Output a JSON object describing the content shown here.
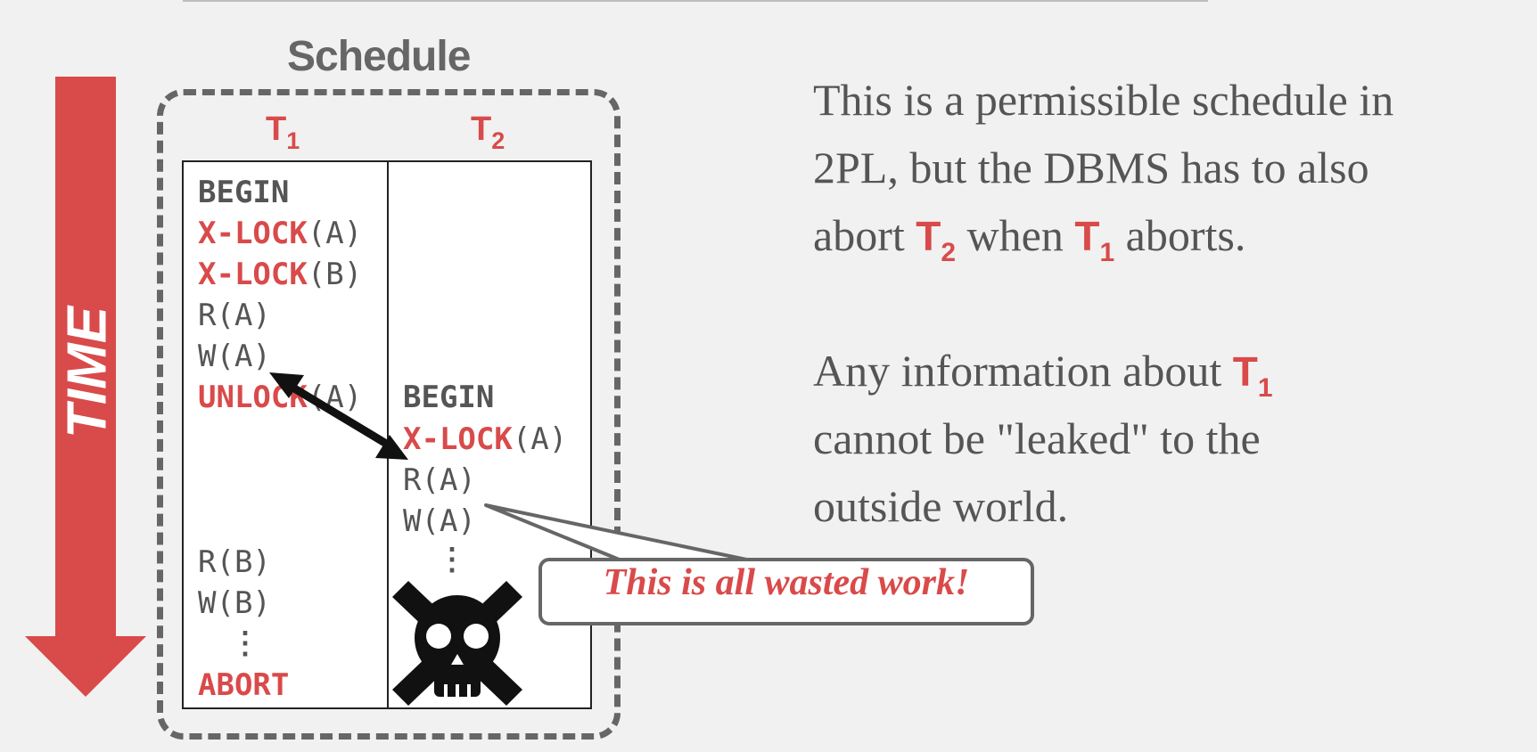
{
  "schedule_title": "Schedule",
  "time_label": "TIME",
  "txn_headers": [
    {
      "name": "T",
      "sub": "1"
    },
    {
      "name": "T",
      "sub": "2"
    }
  ],
  "t1_ops": [
    {
      "kw": "BEGIN",
      "arg": "",
      "color": "dark"
    },
    {
      "kw": "X-LOCK",
      "arg": "(A)",
      "color": "red"
    },
    {
      "kw": "X-LOCK",
      "arg": "(B)",
      "color": "red"
    },
    {
      "kw": "",
      "arg": "R(A)",
      "color": "dark"
    },
    {
      "kw": "",
      "arg": "W(A)",
      "color": "dark"
    },
    {
      "kw": "UNLOCK",
      "arg": "(A)",
      "color": "red"
    },
    {
      "kw": "",
      "arg": "R(B)",
      "color": "dark"
    },
    {
      "kw": "",
      "arg": "W(B)",
      "color": "dark"
    },
    {
      "kw": "ABORT",
      "arg": "",
      "color": "red"
    }
  ],
  "t2_ops": [
    {
      "kw": "BEGIN",
      "arg": "",
      "color": "dark"
    },
    {
      "kw": "X-LOCK",
      "arg": "(A)",
      "color": "red"
    },
    {
      "kw": "",
      "arg": "R(A)",
      "color": "dark"
    },
    {
      "kw": "",
      "arg": "W(A)",
      "color": "dark"
    }
  ],
  "ellipsis": "⋮",
  "callout": "This is all wasted work!",
  "para1": {
    "line1": "This is a permissible schedule in",
    "line2": "2PL, but the DBMS has to also",
    "line3_pre": "abort ",
    "t_a": "T",
    "t_a_sub": "2",
    "line3_mid": " when ",
    "t_b": "T",
    "t_b_sub": "1",
    "line3_post": " aborts."
  },
  "para2": {
    "line1_pre": "Any information about ",
    "t": "T",
    "t_sub": "1",
    "line2": "cannot be \"leaked\" to the",
    "line3": "outside world."
  },
  "colors": {
    "accent": "#d94a4a",
    "text": "#555555",
    "bg": "#f1f1f1"
  }
}
